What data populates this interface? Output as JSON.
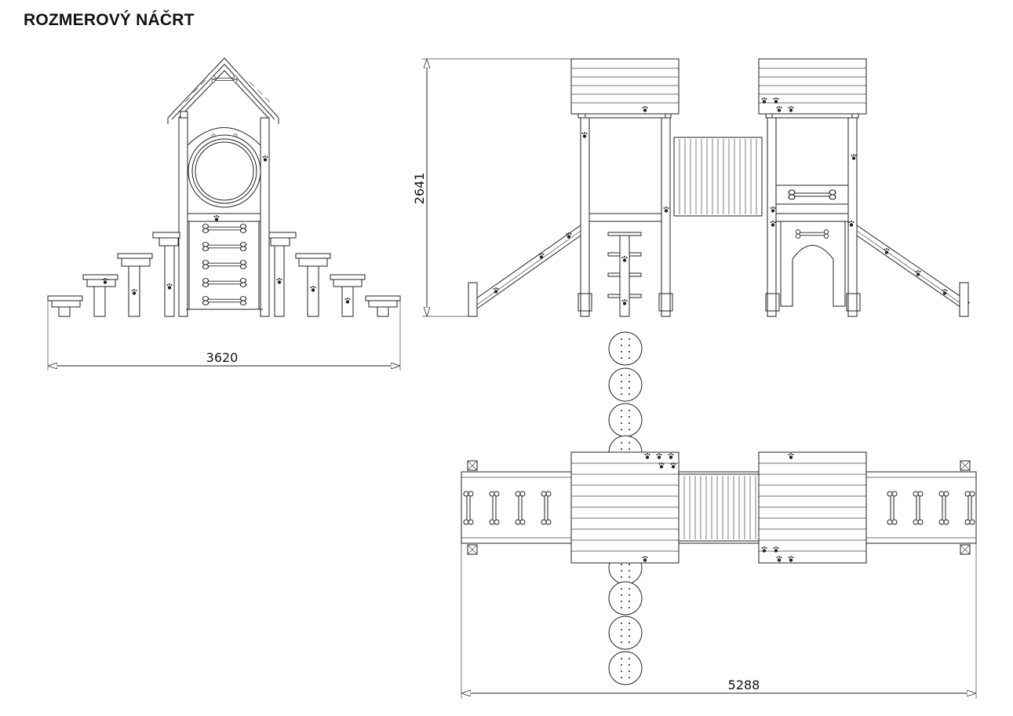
{
  "title": "ROZMEROVÝ NÁČRT",
  "dimensions": {
    "front_width": "3620",
    "side_height": "2641",
    "plan_length": "5288"
  },
  "colors": {
    "line": "#222222",
    "background": "#ffffff"
  }
}
